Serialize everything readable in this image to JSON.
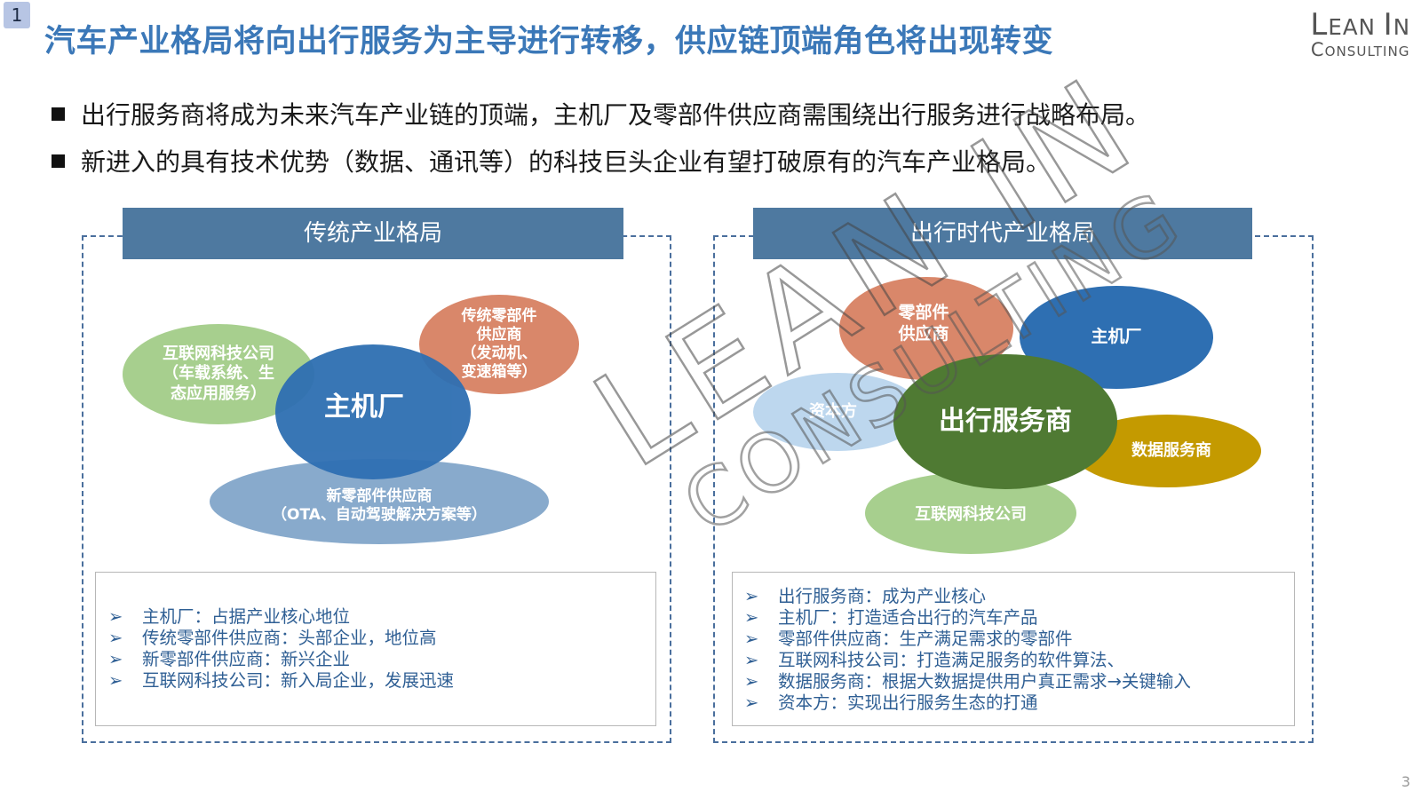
{
  "slide": {
    "badge": "1",
    "page_number": "3"
  },
  "title": "汽车产业格局将向出行服务为主导进行转移，供应链顶端角色将出现转变",
  "logo": {
    "line1_a": "L",
    "line1_b": "EAN ",
    "line1_c": "I",
    "line1_d": "N",
    "line2_a": "C",
    "line2_b": "ONSULTING"
  },
  "watermark": {
    "line1": "LEAN IN",
    "line2": "CONSULTING"
  },
  "bullets": [
    "出行服务商将成为未来汽车产业链的顶端，主机厂及零部件供应商需围绕出行服务进行战略布局。",
    "新进入的具有技术优势（数据、通讯等）的科技巨头企业有望打破原有的汽车产业格局。"
  ],
  "left_panel": {
    "header": "传统产业格局",
    "ovals": {
      "internet_line1": "互联网科技公司",
      "internet_line2": "（车载系统、生",
      "internet_line3": "态应用服务）",
      "oem": "主机厂",
      "traditional_line1": "传统零部件",
      "traditional_line2": "供应商",
      "traditional_line3": "（发动机、",
      "traditional_line4": "变速箱等）",
      "new_line1": "新零部件供应商",
      "new_line2": "（OTA、自动驾驶解决方案等）"
    },
    "notes": [
      "主机厂：占据产业核心地位",
      "传统零部件供应商：头部企业，地位高",
      "新零部件供应商：新兴企业",
      "互联网科技公司：新入局企业，发展迅速"
    ]
  },
  "right_panel": {
    "header": "出行时代产业格局",
    "ovals": {
      "parts_line1": "零部件",
      "parts_line2": "供应商",
      "oem": "主机厂",
      "capital": "资本方",
      "mobility": "出行服务商",
      "data": "数据服务商",
      "internet": "互联网科技公司"
    },
    "notes": [
      "出行服务商：成为产业核心",
      "主机厂：打造适合出行的汽车产品",
      "零部件供应商：生产满足需求的零部件",
      "互联网科技公司：打造满足服务的软件算法、",
      "数据服务商：根据大数据提供用户真正需求→关键输入",
      "资本方：实现出行服务生态的打通"
    ]
  },
  "icons": {
    "bullet": "square-bullet-icon",
    "note": "arrow-bullet-icon"
  },
  "colors": {
    "title": "#3b78b8",
    "header": "#4e79a0",
    "oem": "#2e6fb2",
    "traditional": "#d9876a",
    "internet": "#a7cf8e",
    "new_parts": "#7ea3c8",
    "capital": "#bdd7ee",
    "mobility": "#4f7a33",
    "data": "#c49a00",
    "note_text": "#2f5f94"
  }
}
